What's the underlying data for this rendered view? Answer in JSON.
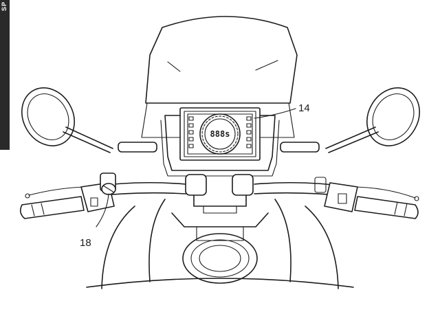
{
  "watermark": "SP",
  "reference_numerals": {
    "display": "14",
    "control_switch": "18"
  },
  "display_readout": "888s"
}
